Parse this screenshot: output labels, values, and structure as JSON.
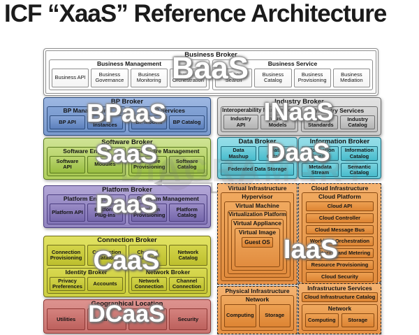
{
  "title": "ICF “XaaS” Reference Architecture",
  "watermark": "DIAGRAMART",
  "overlays": {
    "baas": "BaaS",
    "bpaas": "BPaaS",
    "inaas": "INaaS",
    "saas": "SaaS",
    "daas": "DaaS",
    "paas": "PaaS",
    "caas": "CaaS",
    "iaas": "IaaS",
    "dcaas": "DCaaS"
  },
  "business_broker": {
    "title": "Business Broker",
    "groups": [
      {
        "title": "Business Management",
        "items": [
          "Business API",
          "Business Governance",
          "Business Monitoring",
          "Business Orchestration"
        ]
      },
      {
        "title": "Business Service",
        "items": [
          "Business Search",
          "Business Catalog",
          "Business Provisioning",
          "Business Mediation"
        ]
      }
    ]
  },
  "bp_broker": {
    "title": "BP Broker",
    "groups": [
      {
        "title": "BP Management",
        "items": [
          "BP API",
          "BP Instances"
        ]
      },
      {
        "title": "BP Services",
        "items": [
          "BP Models",
          "BP Catalog"
        ]
      }
    ]
  },
  "industry_broker": {
    "title": "Industry Broker",
    "groups": [
      {
        "title": "Interoperability Management",
        "items": [
          "Industry API",
          "Industry Models"
        ]
      },
      {
        "title": "Industry Services",
        "items": [
          "Industry Standards",
          "Industry Catalog"
        ]
      }
    ]
  },
  "software_broker": {
    "title": "Software Broker",
    "groups": [
      {
        "title": "Software Engine",
        "items": [
          "Software API",
          "Modules"
        ]
      },
      {
        "title": "Software Management",
        "items": [
          "Software Provisioning",
          "Software Catalog"
        ]
      }
    ]
  },
  "data_broker": {
    "title": "Data Broker",
    "row1": [
      "Data Mashup",
      "Data Catalog"
    ],
    "row2": [
      "Federated Data Storage"
    ]
  },
  "information_broker": {
    "title": "Information Broker",
    "row1": [
      "Information Stream",
      "Information Catalog"
    ],
    "row2": [
      "Metadata Stream",
      "Semantic Catalog"
    ]
  },
  "platform_broker": {
    "title": "Platform Broker",
    "groups": [
      {
        "title": "Platform Engine",
        "items": [
          "Platform API",
          "Platform Plug-ins"
        ]
      },
      {
        "title": "Platform Management",
        "items": [
          "Platform Provisioning",
          "Platform Catalog"
        ]
      }
    ]
  },
  "connection_broker": {
    "title": "Connection Broker",
    "row1": [
      "Connection Provisioning",
      "Connection Catalog",
      "Channel Catalog",
      "Network Catalog"
    ],
    "groups": [
      {
        "title": "Identity Broker",
        "items": [
          "Privacy Preferences",
          "Accounts"
        ]
      },
      {
        "title": "Network Broker",
        "items": [
          "Network Connection",
          "Channel Connection"
        ]
      }
    ]
  },
  "geographical_location": {
    "title": "Geographical Location",
    "items": [
      "Utilities",
      "Infrastructure",
      "",
      "Security"
    ]
  },
  "virtual_infrastructure": {
    "title": "Virtual Infrastructure",
    "levels": [
      "Hypervisor",
      "Virtual Machine",
      "Virtualization Platform",
      "Virtual Appliance",
      "Virtual Image",
      "Guest OS"
    ]
  },
  "cloud_infrastructure": {
    "title": "Cloud Infrastructure",
    "platform_title": "Cloud Platform",
    "items": [
      "Cloud API",
      "Cloud Controller",
      "Cloud Message Bus",
      "Workload Orchestration",
      "Monitoring and Metering",
      "Resource Provisioning",
      "Cloud Security"
    ]
  },
  "physical_infrastructure": {
    "title": "Physical Infrastructure",
    "network_title": "Network",
    "items": [
      "Computing",
      "Storage"
    ]
  },
  "infrastructure_services": {
    "title": "Infrastructure Services",
    "catalog": "Cloud Infrastructure Catalog",
    "network_title": "Network",
    "items": [
      "Computing",
      "Storage"
    ]
  }
}
